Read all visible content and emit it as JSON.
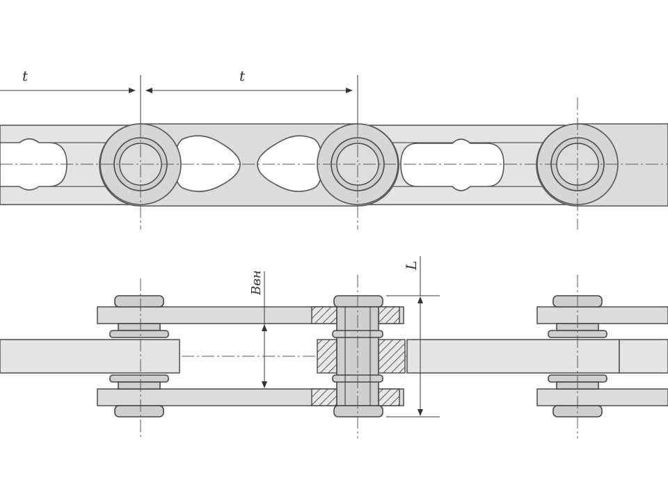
{
  "dimensions": {
    "pitch_left": "t",
    "pitch_right": "t",
    "inner_width": "Bвн",
    "pin_length": "L"
  }
}
